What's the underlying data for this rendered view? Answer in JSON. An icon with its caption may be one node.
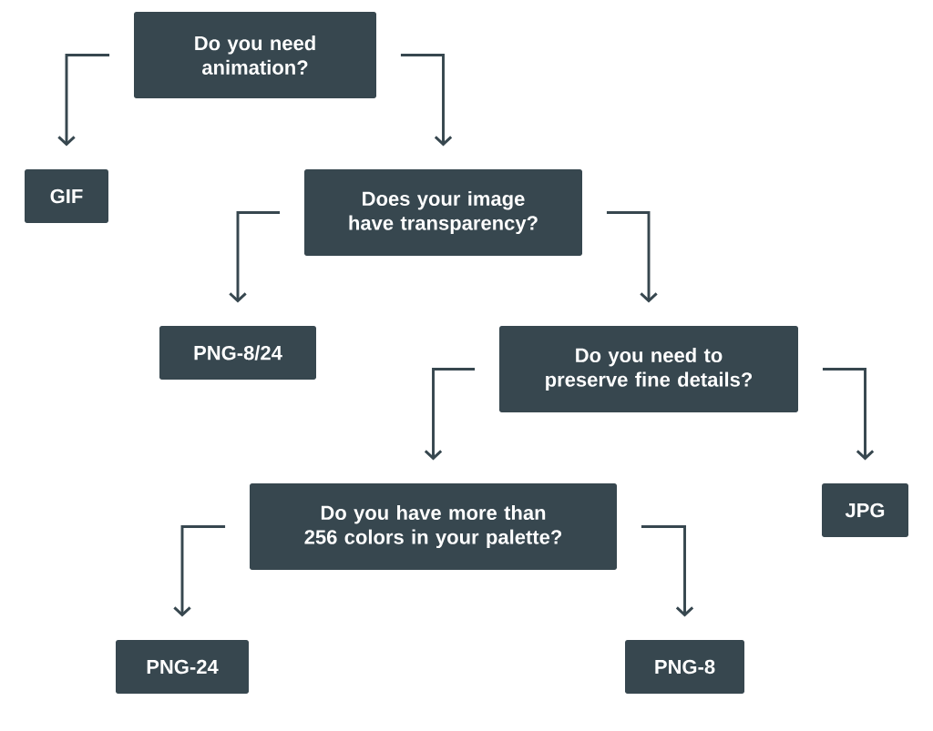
{
  "diagram": {
    "nodes": [
      {
        "text": [
          "Do you need animation?"
        ]
      },
      {
        "text": [
          "GIF"
        ]
      },
      {
        "text": [
          "Does your image have transparency?"
        ]
      },
      {
        "text": [
          "PNG-8/24"
        ]
      },
      {
        "text": [
          "Do you need to preserve fine details?"
        ]
      },
      {
        "text": [
          "JPG"
        ]
      },
      {
        "text": [
          "Do you have more than 256 colors in your palette?"
        ]
      },
      {
        "text": [
          "PNG-24"
        ]
      },
      {
        "text": [
          "PNG-8"
        ]
      }
    ],
    "edges": [
      {
        "from": 0,
        "to": 1,
        "arrow": "to"
      },
      {
        "from": 0,
        "to": 2,
        "arrow": "to"
      },
      {
        "from": 2,
        "to": 3,
        "arrow": "to"
      },
      {
        "from": 2,
        "to": 4,
        "arrow": "to"
      },
      {
        "from": 4,
        "to": 6,
        "arrow": "to"
      },
      {
        "from": 4,
        "to": 5,
        "arrow": "to"
      },
      {
        "from": 6,
        "to": 7,
        "arrow": "to"
      },
      {
        "from": 6,
        "to": 8,
        "arrow": "to"
      }
    ]
  }
}
